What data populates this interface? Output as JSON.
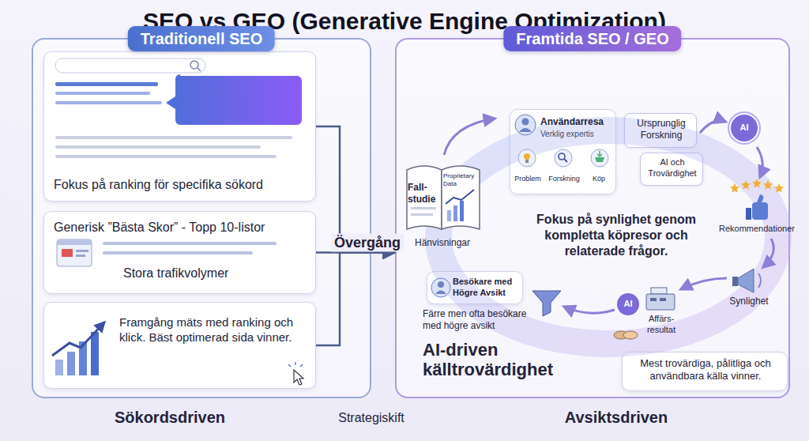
{
  "diagram": {
    "title": "SEO vs GEO (Generative Engine Optimization)",
    "nodes": [
      {
        "text": [
          "Traditionell SEO"
        ]
      },
      {
        "text": [
          "Fokus på ranking för specifika sökord"
        ],
        "in": 0
      },
      {
        "text": [
          "Generisk ”Bästa Skor” - Topp 10-listor",
          "Stora trafikvolymer"
        ],
        "in": 0
      },
      {
        "text": [
          "Framgång mäts med ranking och klick. Bäst optimerad sida vinner."
        ],
        "in": 0
      },
      {
        "text": [
          "Framtida SEO / GEO"
        ]
      },
      {
        "text": [
          "Användarresa",
          "Verklig expertis",
          "Problem",
          "Forskning",
          "Köp"
        ],
        "in": 4
      },
      {
        "text": [
          "Fall- studie",
          "Proprietary Data",
          "Hänvisningar"
        ],
        "in": 4
      },
      {
        "text": [
          "Ursprunglig Forskning"
        ],
        "in": 4
      },
      {
        "text": [
          "AI och Trovärdighet"
        ],
        "in": 4
      },
      {
        "text": [
          "Besökare med Högre Avsikt"
        ],
        "in": 4
      },
      {
        "text": [
          "Mest trovärdiga, pålitliga och användbara källa vinner."
        ],
        "in": 4
      }
    ],
    "edges": [
      {
        "from": 1,
        "to": 4,
        "arrow": "to"
      },
      {
        "from": 2,
        "to": 4,
        "label": "Övergång",
        "arrow": "to"
      },
      {
        "from": 3,
        "to": 4,
        "arrow": "to"
      }
    ],
    "labels": [
      "Fokus på synlighet genom kompletta köpresor och relaterade frågor.",
      "AI",
      "Rekommendationer",
      "Synlighet",
      "Affärs- resultat",
      "AI",
      "Färre men ofta besökare med högre avsikt",
      "AI-driven källtrovärdighet",
      "Sökordsdriven",
      "Strategiskift",
      "Avsiktsdriven"
    ]
  }
}
